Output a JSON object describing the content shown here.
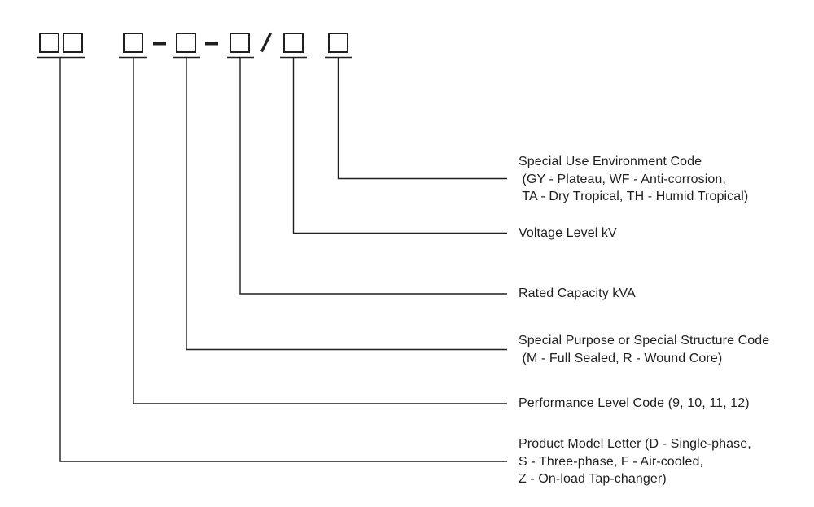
{
  "colors": {
    "background": "#ffffff",
    "ink": "#1f1f1f"
  },
  "model_code": {
    "segments": [
      {
        "id": "product-model",
        "box_count": 2,
        "separator_after": ""
      },
      {
        "id": "performance-level",
        "box_count": 1,
        "separator_after": "-"
      },
      {
        "id": "special-purpose",
        "box_count": 1,
        "separator_after": "-"
      },
      {
        "id": "rated-capacity",
        "box_count": 1,
        "separator_after": "/"
      },
      {
        "id": "voltage-level",
        "box_count": 1,
        "separator_after": ""
      },
      {
        "id": "special-environment",
        "box_count": 1,
        "separator_after": ""
      }
    ],
    "separators": [
      "-",
      "-",
      "/"
    ]
  },
  "labels": {
    "special_environment": {
      "lines": [
        "Special Use Environment Code",
        " (GY - Plateau, WF - Anti-corrosion,",
        " TA - Dry Tropical, TH - Humid Tropical)"
      ]
    },
    "voltage_level": {
      "lines": [
        "Voltage Level kV"
      ]
    },
    "rated_capacity": {
      "lines": [
        "Rated Capacity kVA"
      ]
    },
    "special_purpose": {
      "lines": [
        "Special Purpose or Special Structure Code",
        " (M - Full Sealed, R - Wound Core)"
      ]
    },
    "performance_level": {
      "lines": [
        "Performance Level Code (9, 10, 11, 12)"
      ]
    },
    "product_model": {
      "lines": [
        "Product Model Letter (D - Single-phase,",
        "S - Three-phase, F - Air-cooled,",
        "Z - On-load Tap-changer)"
      ]
    }
  }
}
